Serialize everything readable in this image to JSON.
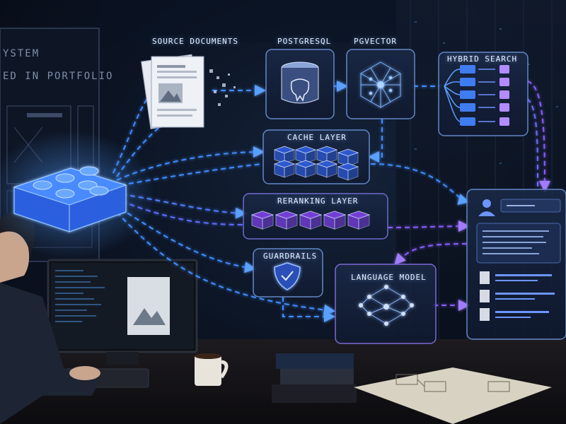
{
  "background_text": {
    "line1": "YSTEM",
    "line2": "ED IN PORTFOLIO"
  },
  "nodes": {
    "source_documents": "SOURCE DOCUMENTS",
    "postgresql": "POSTGRESQL",
    "pgvector": "PGVECTOR",
    "hybrid_search": "HYBRID SEARCH",
    "cache_layer": "CACHE LAYER",
    "reranking_layer": "RERANKING LAYER",
    "guardrails": "GUARDRAILS",
    "language_model": "LANGUAGE MODEL"
  },
  "colors": {
    "flow_blue": "#3f8cff",
    "flow_purple": "#8a5cff",
    "panel_border": "#5a7bb8",
    "cube_blue": "#2e5bd8",
    "cube_purple": "#7b3fe0"
  },
  "icons": {
    "database": "database-elephant-icon",
    "shield": "shield-check-icon",
    "user": "user-avatar-icon",
    "brick": "lego-brick-icon"
  }
}
